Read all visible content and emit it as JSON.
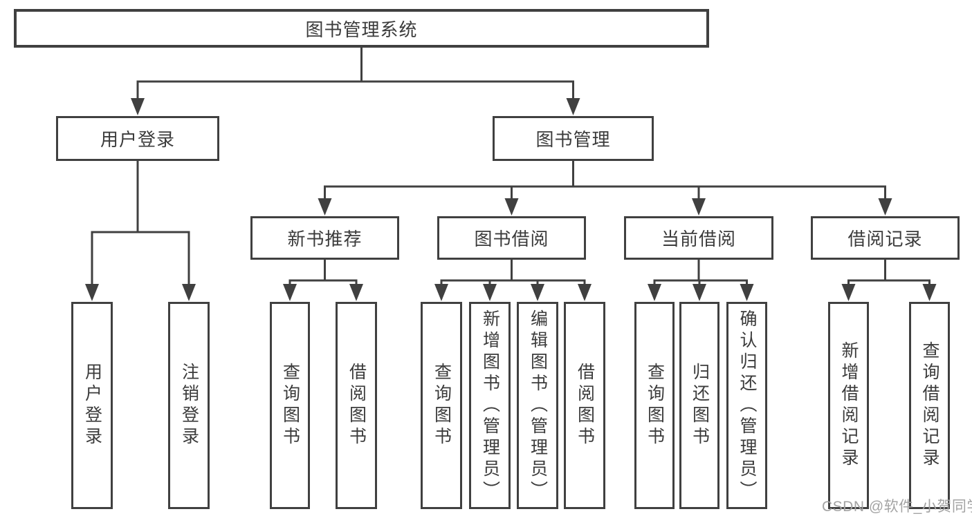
{
  "diagram": {
    "root": {
      "label": "图书管理系统"
    },
    "branches": {
      "user_login": {
        "label": "用户登录",
        "children": {
          "login": {
            "label": "用户登录"
          },
          "logout": {
            "label": "注销登录"
          }
        }
      },
      "book_management": {
        "label": "图书管理",
        "sections": {
          "new_book_recommend": {
            "label": "新书推荐",
            "children": {
              "query_book": {
                "label": "查询图书"
              },
              "borrow_book": {
                "label": "借阅图书"
              }
            }
          },
          "book_borrow": {
            "label": "图书借阅",
            "children": {
              "query_book": {
                "label": "查询图书"
              },
              "add_book": {
                "label": "新增图书（管理员）"
              },
              "edit_book": {
                "label": "编辑图书（管理员）"
              },
              "borrow_book": {
                "label": "借阅图书"
              }
            }
          },
          "current_borrow": {
            "label": "当前借阅",
            "children": {
              "query_book": {
                "label": "查询图书"
              },
              "return_book": {
                "label": "归还图书"
              },
              "confirm_return": {
                "label": "确认归还（管理员）"
              }
            }
          },
          "borrow_records": {
            "label": "借阅记录",
            "children": {
              "add_record": {
                "label": "新增借阅记录"
              },
              "query_record": {
                "label": "查询借阅记录"
              }
            }
          }
        }
      }
    }
  },
  "watermark": {
    "text": "CSDN @软件_小贺同学"
  },
  "colors": {
    "background": "#ffffff",
    "box_border": "#404040",
    "connector": "#404040",
    "text": "#3b3b3b",
    "watermark_text": "#a3a3a3"
  }
}
